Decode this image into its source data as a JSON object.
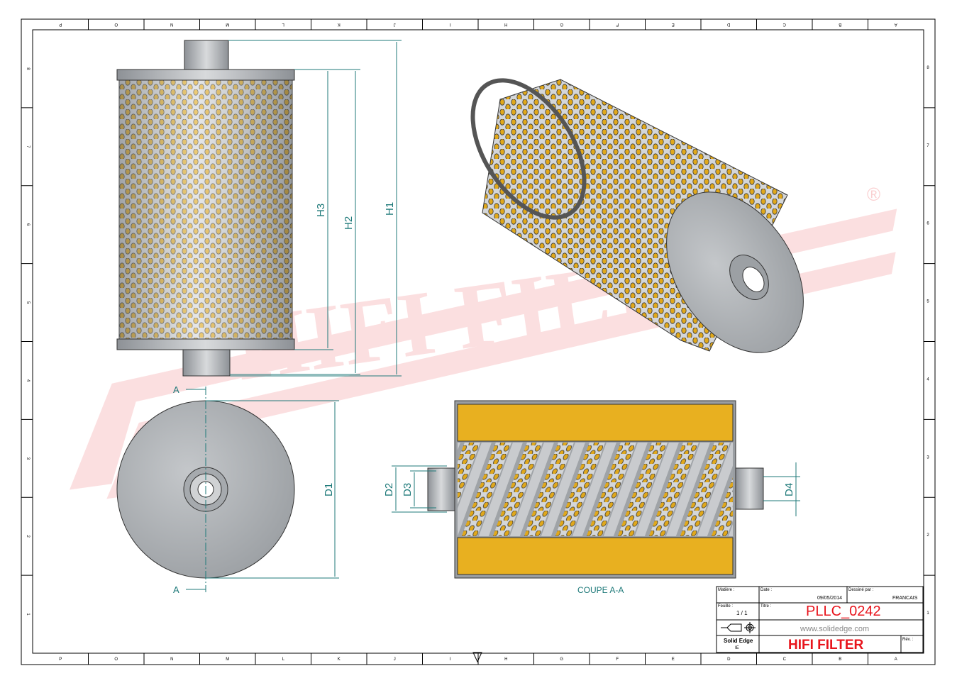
{
  "border": {
    "columns": [
      "P",
      "O",
      "N",
      "M",
      "L",
      "K",
      "J",
      "I",
      "H",
      "G",
      "F",
      "E",
      "D",
      "C",
      "B",
      "A"
    ],
    "rows": [
      "8",
      "7",
      "6",
      "5",
      "4",
      "3",
      "2",
      "1"
    ]
  },
  "watermark": {
    "text": "HIFI FILTER",
    "registered": "®"
  },
  "dimensions": {
    "h1": "H1",
    "h2": "H2",
    "h3": "H3",
    "d1": "D1",
    "d2": "D2",
    "d3": "D3",
    "d4": "D4",
    "section_mark": "A"
  },
  "section_caption": "COUPE A-A",
  "title_block": {
    "matiere_label": "Matière :",
    "date_label": "Date :",
    "date_value": "09/05/2014",
    "drawn_by_label": "Dessiné par :",
    "drawn_by_value": "FRANCAIS",
    "sheet_label": "Feuille :",
    "sheet_value": "1 / 1",
    "title_label": "Titre :",
    "title_value": "PLLC_0242",
    "website": "www.solidedge.com",
    "software": "Solid Edge",
    "software_sub": "IE",
    "company": "HIFI FILTER",
    "rev_label": "Rév. :"
  },
  "colors": {
    "accent_red": "#e8141c",
    "dimension": "#1f7a7a",
    "filter_yellow": "#e8b020",
    "metal": "#b8bcc0"
  }
}
